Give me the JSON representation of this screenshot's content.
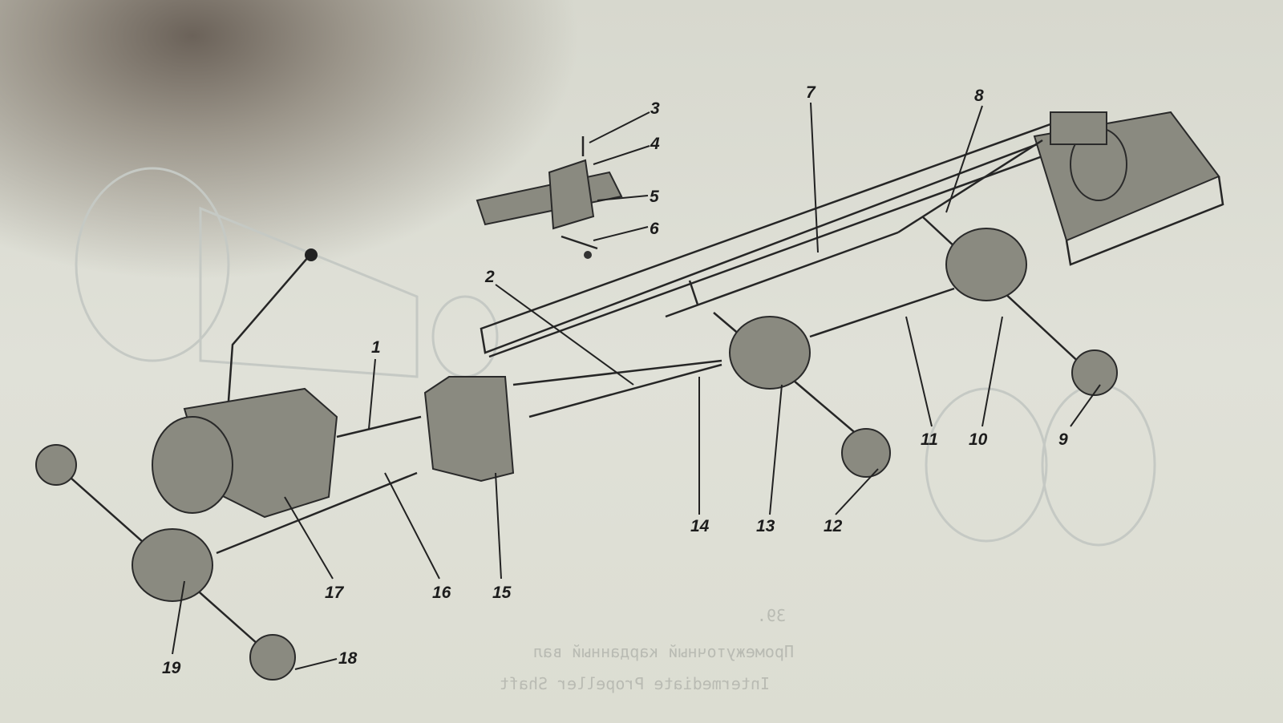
{
  "figure": {
    "title": "Intermediate propeller shaft drivetrain exploded view",
    "callouts": [
      {
        "id": "1",
        "text": "1"
      },
      {
        "id": "2",
        "text": "2"
      },
      {
        "id": "3",
        "text": "3"
      },
      {
        "id": "4",
        "text": "4"
      },
      {
        "id": "5",
        "text": "5"
      },
      {
        "id": "6",
        "text": "6"
      },
      {
        "id": "7",
        "text": "7"
      },
      {
        "id": "8",
        "text": "8"
      },
      {
        "id": "9",
        "text": "9"
      },
      {
        "id": "10",
        "text": "10"
      },
      {
        "id": "11",
        "text": "11"
      },
      {
        "id": "12",
        "text": "12"
      },
      {
        "id": "13",
        "text": "13"
      },
      {
        "id": "14",
        "text": "14"
      },
      {
        "id": "15",
        "text": "15"
      },
      {
        "id": "16",
        "text": "16"
      },
      {
        "id": "17",
        "text": "17"
      },
      {
        "id": "18",
        "text": "18"
      },
      {
        "id": "19",
        "text": "19"
      }
    ],
    "bleed_through": {
      "number": "39.",
      "caption_ru": "Промежуточный карданный вал",
      "caption_en": "Intermediate Propeller Shaft"
    }
  }
}
